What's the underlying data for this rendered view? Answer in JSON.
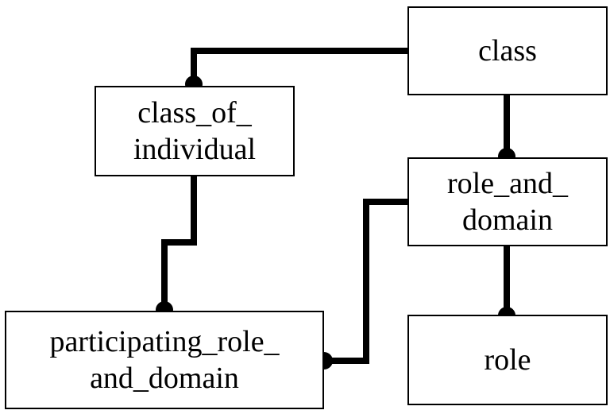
{
  "entities": {
    "class": {
      "label": "class"
    },
    "class_of_individual": {
      "line1": "class_of_",
      "line2": "individual"
    },
    "role_and_domain": {
      "line1": "role_and_",
      "line2": "domain"
    },
    "participating_role_and_domain": {
      "line1": "participating_role_",
      "line2": "and_domain"
    },
    "role": {
      "label": "role"
    }
  },
  "colors": {
    "stroke": "#000000",
    "background": "#ffffff"
  }
}
